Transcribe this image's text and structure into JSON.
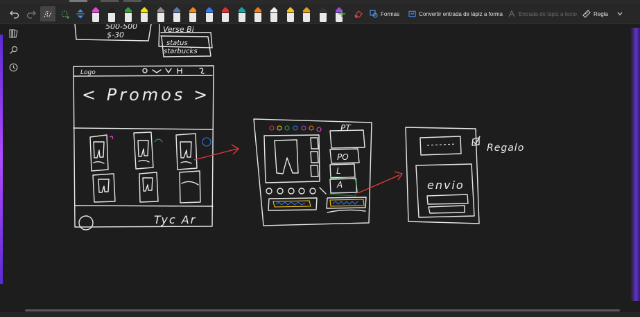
{
  "toolbar": {
    "pens": [
      {
        "name": "pen-pink",
        "color": "#e04bd2"
      },
      {
        "name": "pen-black",
        "color": "#222222"
      },
      {
        "name": "pen-green",
        "color": "#2ea043"
      },
      {
        "name": "highlighter-yellow",
        "color": "#f2e600"
      },
      {
        "name": "pen-gray",
        "color": "#8a8a8a"
      },
      {
        "name": "pen-blue-gray",
        "color": "#5a78a8"
      },
      {
        "name": "pen-orange",
        "color": "#f08a1c"
      },
      {
        "name": "pen-blue",
        "color": "#2f7df0"
      },
      {
        "name": "pen-red",
        "color": "#e23030"
      },
      {
        "name": "pen-teal",
        "color": "#1aa39a"
      },
      {
        "name": "pen-orange-2",
        "color": "#f07a1c"
      },
      {
        "name": "pen-white",
        "color": "#f0f0f0"
      },
      {
        "name": "pen-yellow",
        "color": "#f6c21a"
      },
      {
        "name": "pen-amber",
        "color": "#e6a012"
      },
      {
        "name": "pen-dark",
        "color": "#333333"
      },
      {
        "name": "pen-purple",
        "color": "#9a4bd8"
      }
    ],
    "shapes_label": "Formas",
    "ink_to_shape_label": "Convertir entrada de lápiz a forma",
    "ink_to_text_label": "Entrada de lápiz a texto",
    "ruler_label": "Regla"
  },
  "sketch": {
    "top_note_1": "500-500",
    "top_note_2": "$-30",
    "verse_label": "Verse Bi",
    "status_line_1": "status",
    "status_line_2": "starbucks",
    "phone1_logo": "Logo",
    "phone1_promos": "< Promos >",
    "phone1_footer": "Tyc Ar",
    "phone2_size_1": "PT",
    "phone2_size_2": "PO",
    "phone2_size_3": "L",
    "phone2_size_4": "A",
    "phone3_regalo": "Regalo",
    "phone3_envio": "envio"
  },
  "colors": {
    "accent": "#2f7df0",
    "ink": "#e8e8e8",
    "red_ink": "#e23a3a",
    "glow": "#8a3cff"
  }
}
